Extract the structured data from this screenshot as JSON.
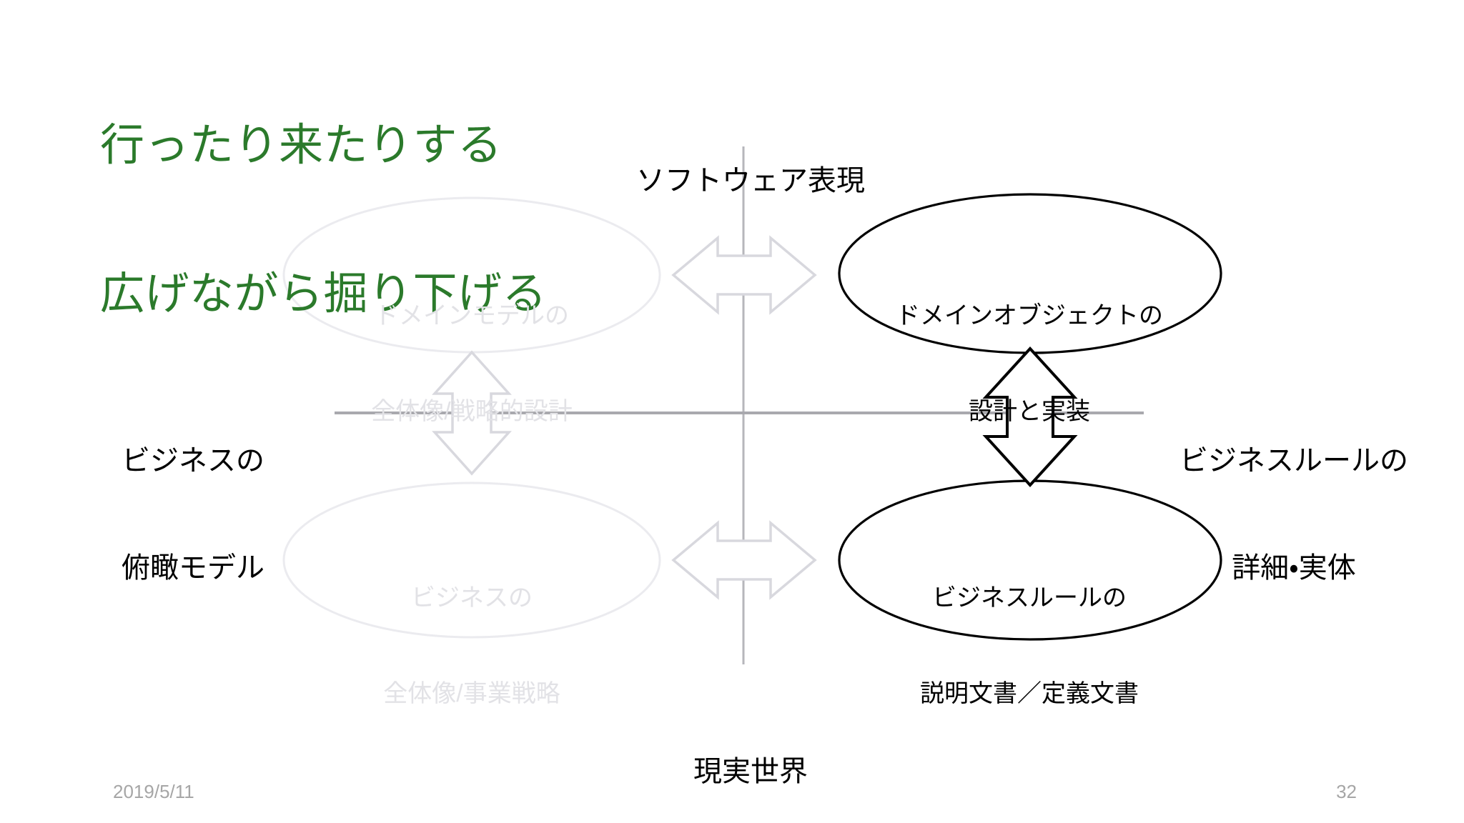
{
  "slide": {
    "title": {
      "line1": "行ったり来たりする",
      "line2": "広げながら掘り下げる",
      "color": "#2b7a2b"
    },
    "axes": {
      "top_label": "ソフトウェア表現",
      "bottom_label": "現実世界",
      "left_label": {
        "line1": "ビジネスの",
        "line2": "俯瞰モデル"
      },
      "right_label": {
        "line1": "ビジネスルールの",
        "line2": "詳細・実体"
      },
      "line_color": "#a9a9ae"
    },
    "quadrants": [
      {
        "id": "top-left",
        "line1": "ドメインモデルの",
        "line2": "全体像/戦略的設計",
        "state": "faded",
        "stroke": "#ebebef",
        "text_color": "#e2e2e6"
      },
      {
        "id": "bottom-left",
        "line1": "ビジネスの",
        "line2": "全体像/事業戦略",
        "state": "faded",
        "stroke": "#ebebef",
        "text_color": "#e2e2e6"
      },
      {
        "id": "top-right",
        "line1": "ドメインオブジェクトの",
        "line2": "設計と実装",
        "state": "active",
        "stroke": "#000000",
        "text_color": "#000000"
      },
      {
        "id": "bottom-right",
        "line1": "ビジネスルールの",
        "line2": "説明文書／定義文書",
        "state": "active",
        "stroke": "#000000",
        "text_color": "#000000"
      }
    ],
    "arrows": [
      {
        "id": "top-horizontal",
        "direction": "horizontal",
        "state": "faded",
        "stroke": "#d8d8de"
      },
      {
        "id": "bottom-horizontal",
        "direction": "horizontal",
        "state": "faded",
        "stroke": "#d8d8de"
      },
      {
        "id": "left-vertical",
        "direction": "vertical",
        "state": "faded",
        "stroke": "#d8d8de"
      },
      {
        "id": "right-vertical",
        "direction": "vertical",
        "state": "active",
        "stroke": "#000000"
      }
    ],
    "footer": {
      "date": "2019/5/11",
      "page_number": "32",
      "color": "#a6a6a6"
    }
  }
}
